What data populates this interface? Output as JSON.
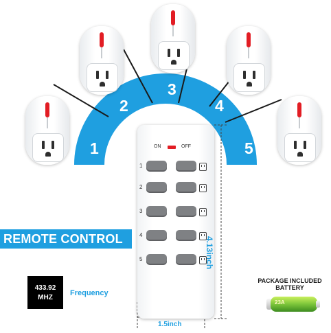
{
  "arc": {
    "numbers": [
      "1",
      "2",
      "3",
      "4",
      "5"
    ],
    "color": "#1f9fe0"
  },
  "outlets": {
    "count": 5,
    "accent_color": "#e21d24"
  },
  "remote": {
    "on_label": "ON",
    "off_label": "OFF",
    "rows": [
      "1",
      "2",
      "3",
      "4",
      "5"
    ],
    "button_color": "#7f8184"
  },
  "labels": {
    "remote_control": "REMOTE CONTROL",
    "frequency_value": "433.92",
    "frequency_unit": "MHZ",
    "frequency_label": "Frequency",
    "package_included": "PACKAGE INCLUDED",
    "battery": "BATTERY",
    "battery_model": "23A",
    "width": "1.5inch",
    "height": "4.13inch"
  }
}
